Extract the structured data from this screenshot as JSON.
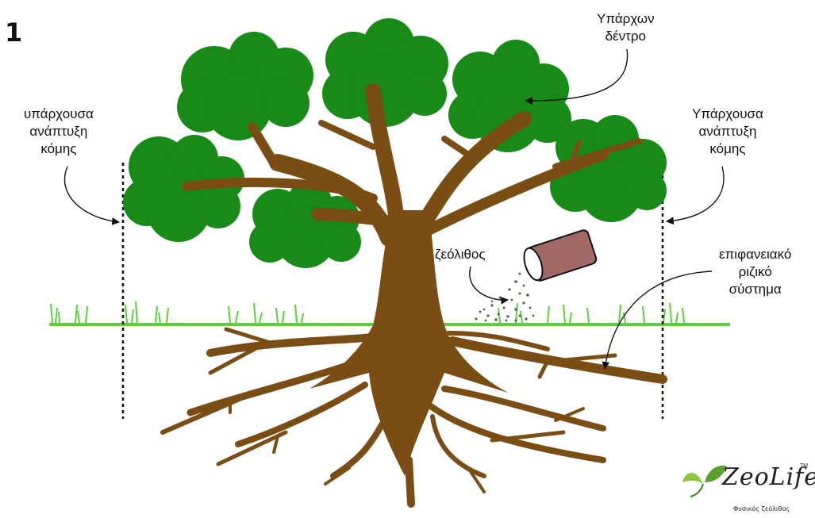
{
  "step_number": "1",
  "labels": {
    "existing_tree": [
      "Υπάρχων",
      "δέντρο"
    ],
    "canopy_left": [
      "υπάρχουσα",
      "ανάπτυξη",
      "κόμης"
    ],
    "canopy_right": [
      "Υπάρχουσα",
      "ανάπτυξη",
      "κόμης"
    ],
    "zeolite": "ζεόλιθος",
    "root_system": [
      "επιφανειακό",
      "ριζικό",
      "σύστημα"
    ]
  },
  "logo": {
    "name": "ZeoLife",
    "tm": "TM",
    "subtitle": "Φυσικός ζεόλιθος"
  },
  "colors": {
    "foliage": "#178a17",
    "trunk": "#7a4d14",
    "grass": "#5ccf3b",
    "bucket": "#a26a66"
  }
}
